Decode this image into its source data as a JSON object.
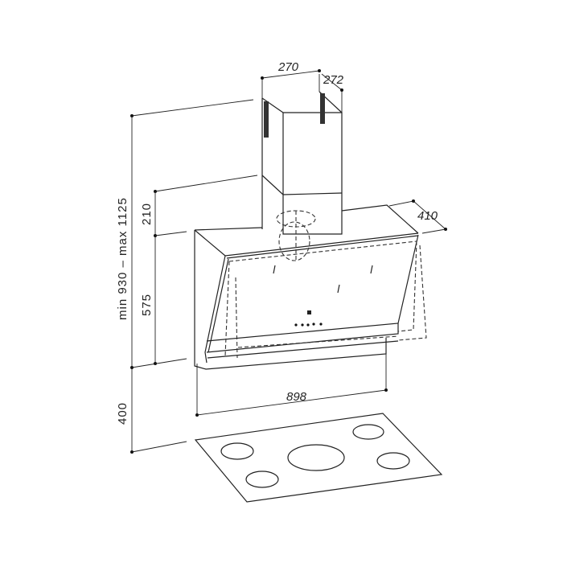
{
  "drawing": {
    "title": "Cooker hood dimension drawing",
    "dimensions": {
      "chimney_width": "270",
      "chimney_depth": "272",
      "hood_depth": "410",
      "total_height": "min 930 – max 1125",
      "lower_chimney_height": "210",
      "hood_height": "575",
      "hood_width": "898",
      "hob_clearance": "400"
    }
  }
}
